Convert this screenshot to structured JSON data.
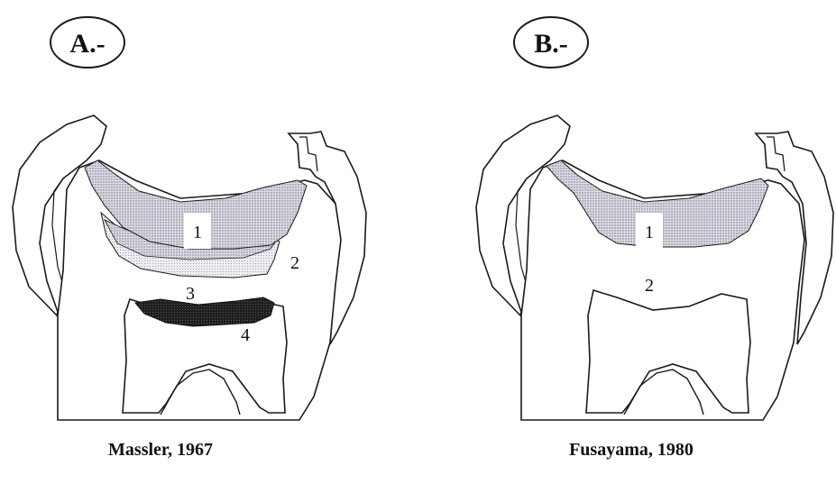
{
  "panels": [
    {
      "label": "A.-",
      "caption": "Massler, 1967",
      "zones": [
        "1",
        "2",
        "3",
        "4"
      ]
    },
    {
      "label": "B.-",
      "caption": "Fusayama, 1980",
      "zones": [
        "1",
        "2"
      ]
    }
  ],
  "colors": {
    "ink": "#1a1a1a",
    "zone1_fill": "#c9c9d6",
    "zone3_fill": "#e4e4ec",
    "zone4_fill": "#1e1e1e"
  }
}
